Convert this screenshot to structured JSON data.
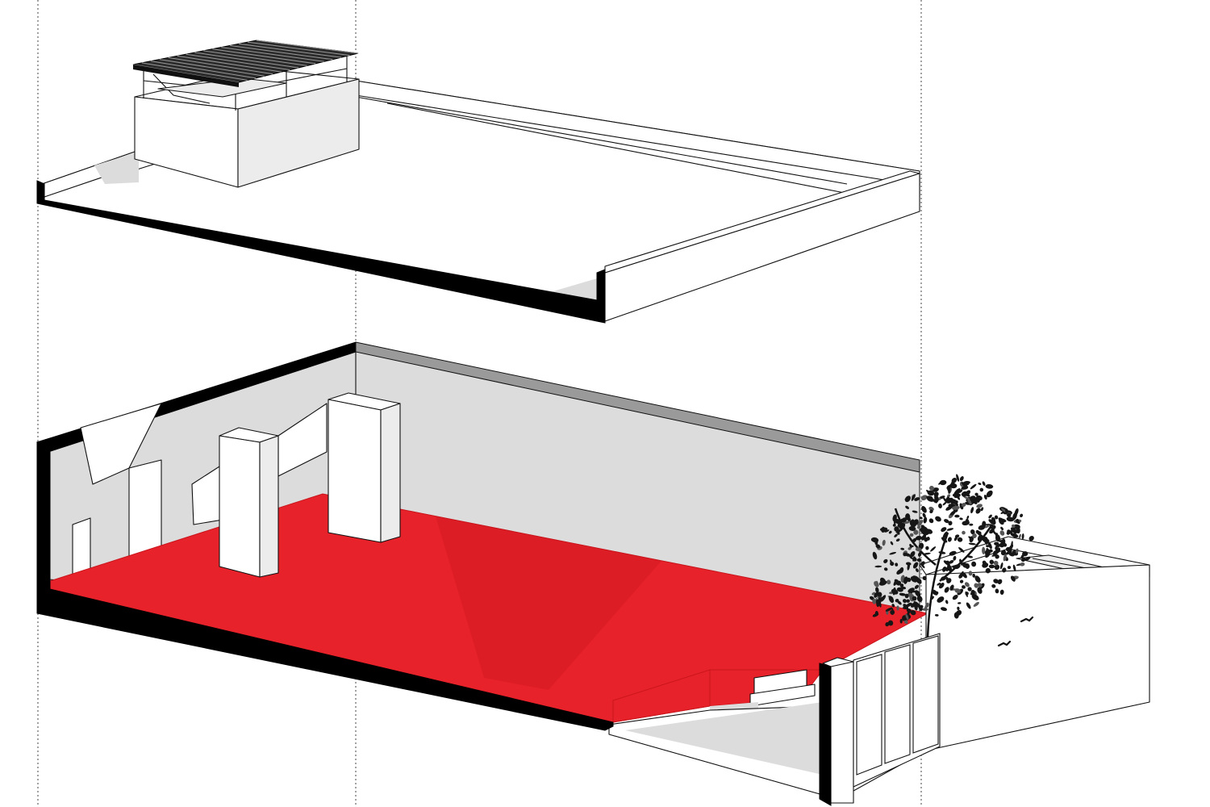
{
  "diagram": {
    "kind": "exploded axonometric section",
    "levels": [
      {
        "name": "roof-terrace",
        "features": [
          "parapet",
          "stair-pavilion",
          "pergola-roof"
        ]
      },
      {
        "name": "ground-floor",
        "features": [
          "red-floor-slab",
          "two-pillars",
          "steps",
          "louvered-gate",
          "tree",
          "courtyard-wall"
        ]
      }
    ],
    "colors": {
      "floor": "#e8222a",
      "floor_shade": "#c9151c",
      "wall_shade": "#dcdcdc",
      "wall_light": "#ececec",
      "section_cut": "#000000",
      "line": "#111111",
      "guide": "#444444"
    },
    "guide_count": 3
  }
}
